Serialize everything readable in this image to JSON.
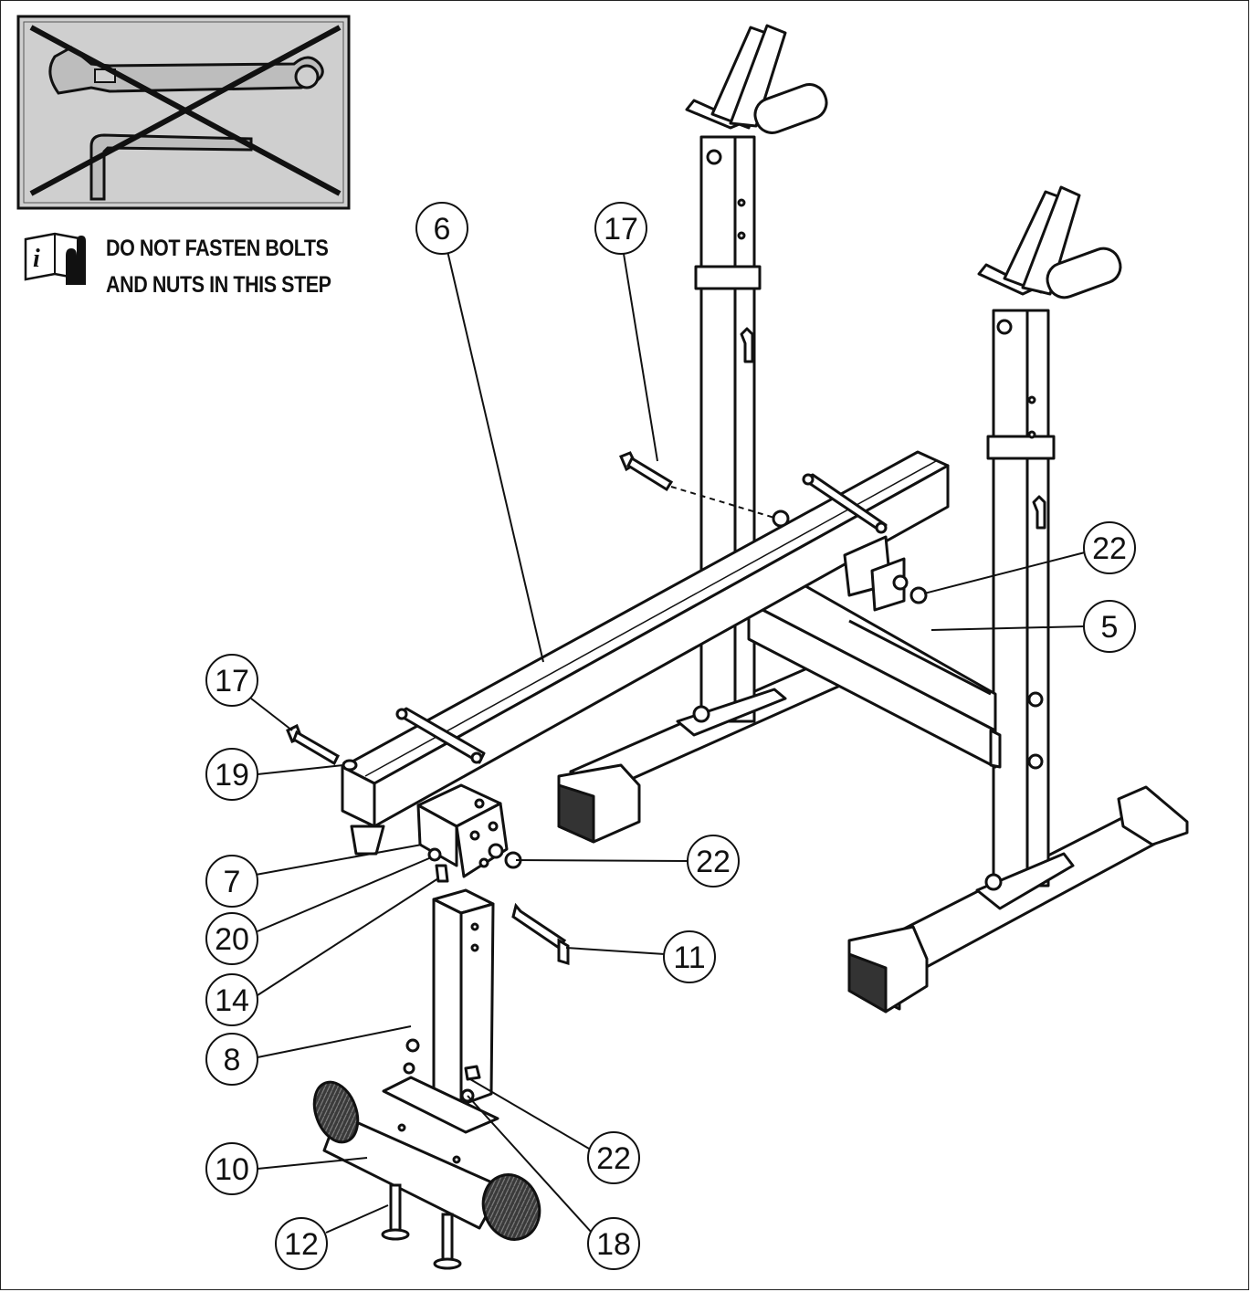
{
  "warning": {
    "icon": "no-wrench-icon",
    "info_icon": "info-manual-icon",
    "line1": "DO NOT FASTEN BOLTS",
    "line2": "AND NUTS IN THIS STEP"
  },
  "callouts": [
    {
      "id": "c6",
      "label": "6"
    },
    {
      "id": "c17a",
      "label": "17"
    },
    {
      "id": "c22a",
      "label": "22"
    },
    {
      "id": "c5",
      "label": "5"
    },
    {
      "id": "c17b",
      "label": "17"
    },
    {
      "id": "c19",
      "label": "19"
    },
    {
      "id": "c7",
      "label": "7"
    },
    {
      "id": "c22b",
      "label": "22"
    },
    {
      "id": "c20",
      "label": "20"
    },
    {
      "id": "c11",
      "label": "11"
    },
    {
      "id": "c14",
      "label": "14"
    },
    {
      "id": "c8",
      "label": "8"
    },
    {
      "id": "c22c",
      "label": "22"
    },
    {
      "id": "c10",
      "label": "10"
    },
    {
      "id": "c18",
      "label": "18"
    },
    {
      "id": "c12",
      "label": "12"
    }
  ],
  "colors": {
    "line": "#111111",
    "panel": "#c9c9c9",
    "foam": "#333333"
  }
}
